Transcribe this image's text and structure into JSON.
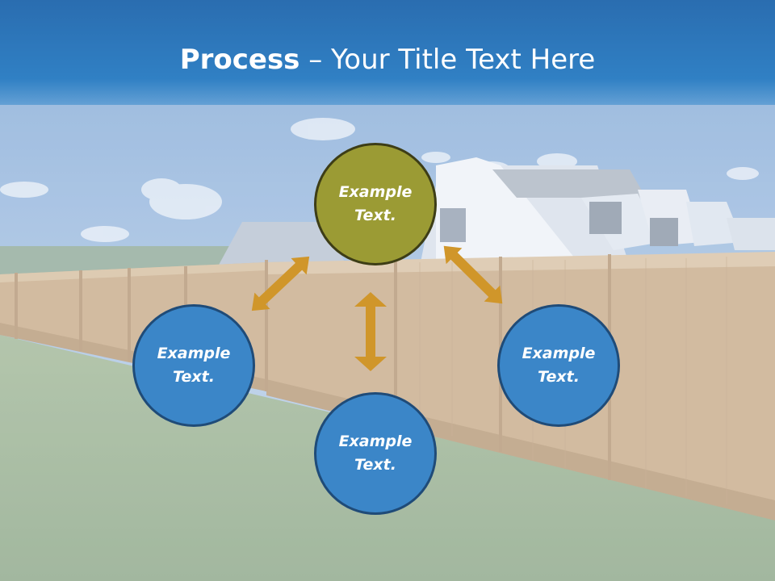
{
  "title": {
    "bold": "Process",
    "rest": " – Your Title Text Here"
  },
  "nodes": {
    "top": "Example Text.",
    "left": "Example Text.",
    "right": "Example Text.",
    "bottom": "Example Text."
  },
  "colors": {
    "title_bar": "#2f7dc2",
    "node_blue": "#3b86c8",
    "node_olive": "#9b9b34",
    "arrow": "#d0962a"
  }
}
